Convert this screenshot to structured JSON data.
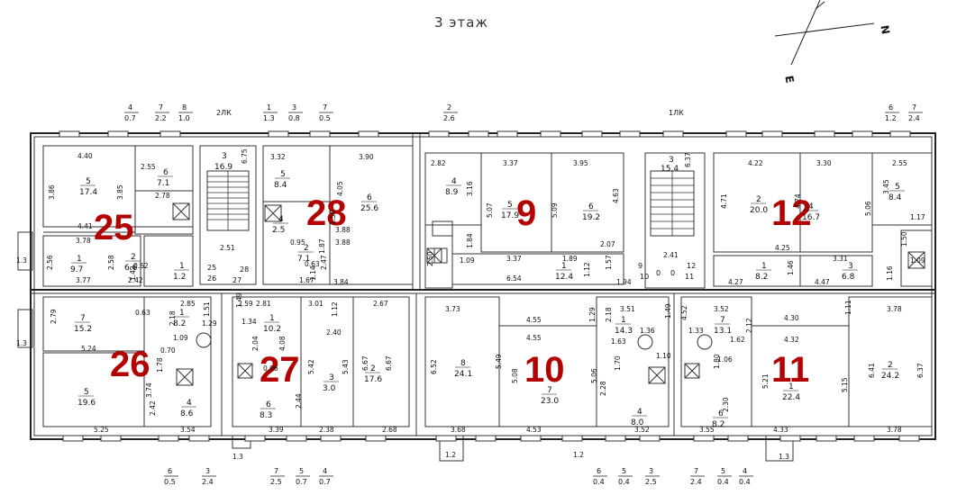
{
  "title": "3 этаж",
  "compass": {
    "north": "N",
    "east": "E"
  },
  "stairs": [
    {
      "label": "2ЛК",
      "number": "3",
      "area": "16.9",
      "length": "6.75",
      "inner": "2.51"
    },
    {
      "label": "1ЛК",
      "number": "3",
      "area": "15.4",
      "length": "6.37",
      "inner": "2.41"
    }
  ],
  "apartments": [
    "25",
    "28",
    "9",
    "12",
    "26",
    "27",
    "10",
    "11"
  ],
  "door_labels": [
    "25",
    "28",
    "9",
    "12",
    "26",
    "27",
    "10",
    "11"
  ],
  "balconies_top": [
    {
      "num": "4",
      "area": "0.7"
    },
    {
      "num": "7",
      "area": "2.2"
    },
    {
      "num": "8",
      "area": "1.0"
    },
    {
      "num": "1",
      "area": "1.3"
    },
    {
      "num": "3",
      "area": "0.8"
    },
    {
      "num": "7",
      "area": "0.5"
    },
    {
      "num": "2",
      "area": "2.6"
    },
    {
      "num": "6",
      "area": "1.2"
    },
    {
      "num": "7",
      "area": "2.4"
    }
  ],
  "balconies_bottom": [
    {
      "num": "6",
      "area": "0.5"
    },
    {
      "num": "3",
      "area": "2.4"
    },
    {
      "num": "7",
      "area": "2.5"
    },
    {
      "num": "5",
      "area": "0.7"
    },
    {
      "num": "4",
      "area": "0.7"
    },
    {
      "num": "6",
      "area": "0.4"
    },
    {
      "num": "5",
      "area": "0.4"
    },
    {
      "num": "3",
      "area": "2.5"
    },
    {
      "num": "7",
      "area": "2.4"
    },
    {
      "num": "5",
      "area": "0.4"
    },
    {
      "num": "4",
      "area": "0.4"
    }
  ],
  "side_labels": [
    "1.3",
    "1.3",
    "1.3",
    "1.2",
    "1.2",
    "1.3"
  ],
  "rooms": [
    {
      "num": "5",
      "area": "17.4"
    },
    {
      "num": "6",
      "area": "7.1"
    },
    {
      "num": "1",
      "area": "9.7"
    },
    {
      "num": "2",
      "area": "6.6"
    },
    {
      "num": "1",
      "area": "1.2"
    },
    {
      "num": "5",
      "area": "8.4"
    },
    {
      "num": "6",
      "area": "25.6"
    },
    {
      "num": "4",
      "area": "2.5"
    },
    {
      "num": "2",
      "area": "7.1"
    },
    {
      "num": "4",
      "area": "8.9"
    },
    {
      "num": "5",
      "area": "17.9"
    },
    {
      "num": "6",
      "area": "19.2"
    },
    {
      "num": "1",
      "area": "12.4"
    },
    {
      "num": "2",
      "area": "20.0"
    },
    {
      "num": "4",
      "area": "16.7"
    },
    {
      "num": "5",
      "area": "8.4"
    },
    {
      "num": "1",
      "area": "8.2"
    },
    {
      "num": "3",
      "area": "6.8"
    },
    {
      "num": "7",
      "area": "15.2"
    },
    {
      "num": "1",
      "area": "8.2"
    },
    {
      "num": "5",
      "area": "19.6"
    },
    {
      "num": "4",
      "area": "8.6"
    },
    {
      "num": "1",
      "area": "10.2"
    },
    {
      "num": "3",
      "area": "3.0"
    },
    {
      "num": "2",
      "area": "17.6"
    },
    {
      "num": "6",
      "area": "8.3"
    },
    {
      "num": "8",
      "area": "24.1"
    },
    {
      "num": "1",
      "area": "14.3"
    },
    {
      "num": "7",
      "area": "23.0"
    },
    {
      "num": "4",
      "area": "8.0"
    },
    {
      "num": "7",
      "area": "13.1"
    },
    {
      "num": "1",
      "area": "22.4"
    },
    {
      "num": "2",
      "area": "24.2"
    },
    {
      "num": "6",
      "area": "8.2"
    }
  ],
  "dimensions": [
    "4.40",
    "3.86",
    "2.55",
    "2.78",
    "3.85",
    "4.41",
    "3.78",
    "2.56",
    "2.58",
    "0.62",
    "2.42",
    "3.77",
    "1.42",
    "3.32",
    "3.90",
    "4.05",
    "1.50",
    "3.88",
    "1.87",
    "3.88",
    "2.47",
    "0.95",
    "2.50",
    "0.63",
    "1.14",
    "1.67",
    "3.84",
    "2.59",
    "2.82",
    "3.37",
    "3.95",
    "3.16",
    "5.07",
    "5.09",
    "4.63",
    "1.84",
    "1.09",
    "3.37",
    "1.89",
    "2.07",
    "6.54",
    "1.12",
    "1.57",
    "1.94",
    "4.22",
    "3.30",
    "2.55",
    "4.71",
    "4.74",
    "5.06",
    "3.45",
    "1.17",
    "4.25",
    "1.50",
    "3.31",
    "1.09",
    "4.27",
    "1.46",
    "4.47",
    "1.16",
    "2.79",
    "0.63",
    "5.24",
    "2.85",
    "2.18",
    "1.51",
    "1.29",
    "1.09",
    "0.70",
    "1.78",
    "3.74",
    "2.42",
    "3.54",
    "5.25",
    "2.81",
    "3.01",
    "2.67",
    "1.34",
    "1.12",
    "2.04",
    "4.08",
    "2.40",
    "0.96",
    "5.42",
    "5.43",
    "6.67",
    "6.67",
    "2.44",
    "3.39",
    "2.38",
    "2.68",
    "1.49",
    "3.73",
    "4.55",
    "4.55",
    "1.29",
    "3.51",
    "6.52",
    "5.49",
    "5.08",
    "5.06",
    "2.18",
    "1.36",
    "1.49",
    "1.63",
    "1.10",
    "1.70",
    "2.28",
    "3.68",
    "4.53",
    "3.52",
    "3.52",
    "4.52",
    "4.30",
    "3.78",
    "1.11",
    "4.32",
    "1.33",
    "1.62",
    "5.21",
    "5.15",
    "6.41",
    "6.37",
    "1.80",
    "1.06",
    "2.30",
    "3.55",
    "4.33",
    "3.78",
    "2.12"
  ],
  "door_marks": [
    "0",
    "0"
  ]
}
